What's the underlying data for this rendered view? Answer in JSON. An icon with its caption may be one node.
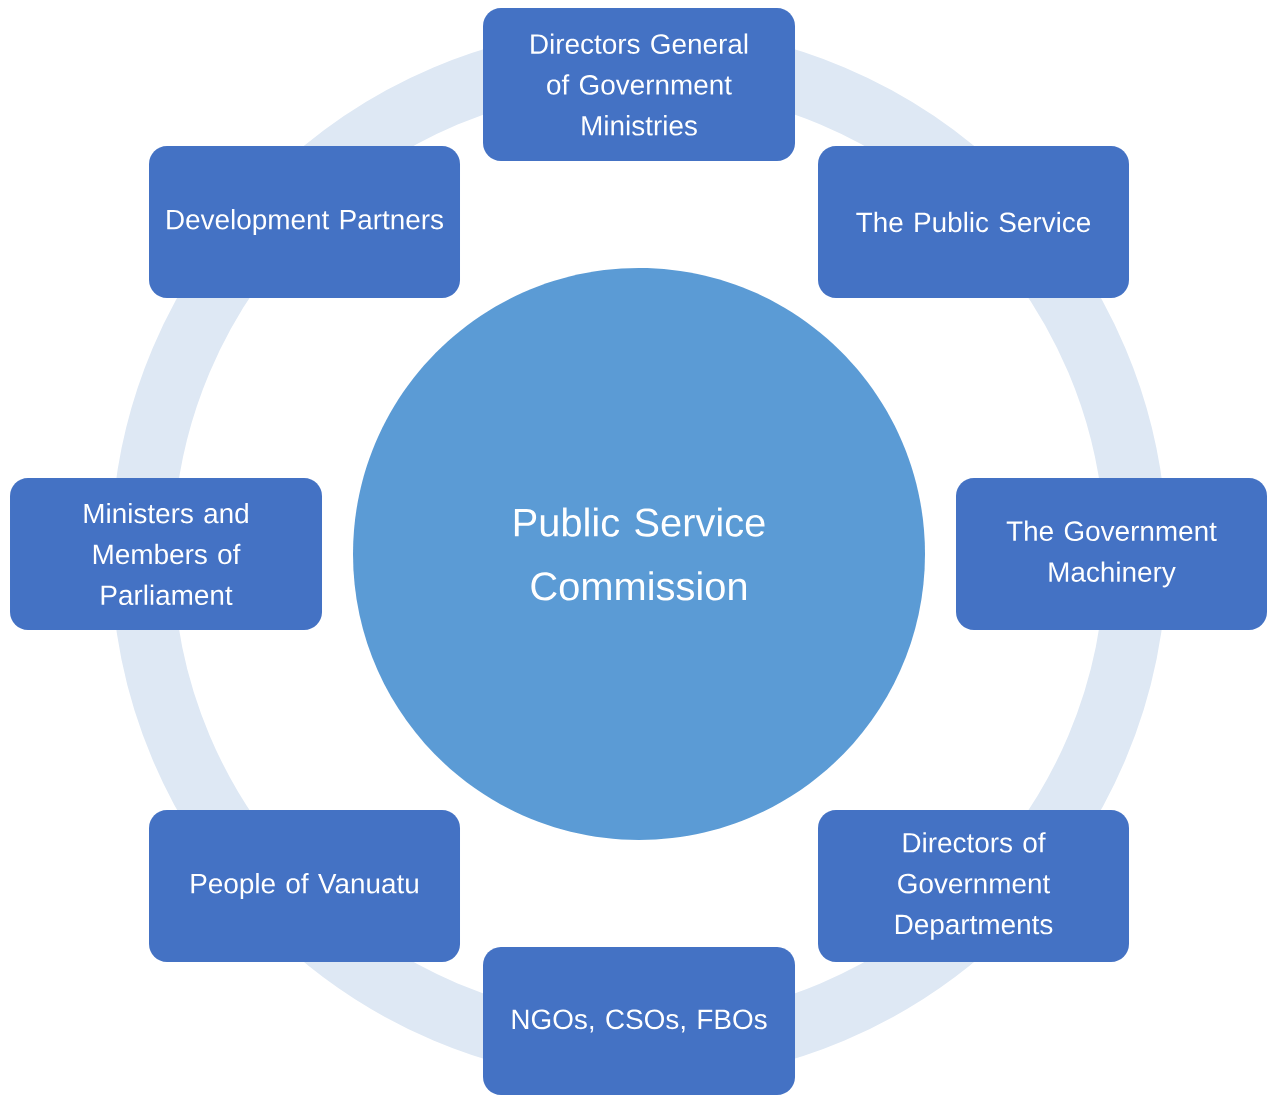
{
  "diagram": {
    "nodes": [
      {
        "text": [
          "Public Service Commission"
        ]
      },
      {
        "text": [
          "Directors General of Government Ministries"
        ]
      },
      {
        "text": [
          "The Public Service"
        ]
      },
      {
        "text": [
          "The Government Machinery"
        ]
      },
      {
        "text": [
          "Directors of Government Departments"
        ]
      },
      {
        "text": [
          "NGOs, CSOs, FBOs"
        ]
      },
      {
        "text": [
          "People of Vanuatu"
        ]
      },
      {
        "text": [
          "Ministers and Members of Parliament"
        ]
      },
      {
        "text": [
          "Development Partners"
        ]
      }
    ]
  }
}
